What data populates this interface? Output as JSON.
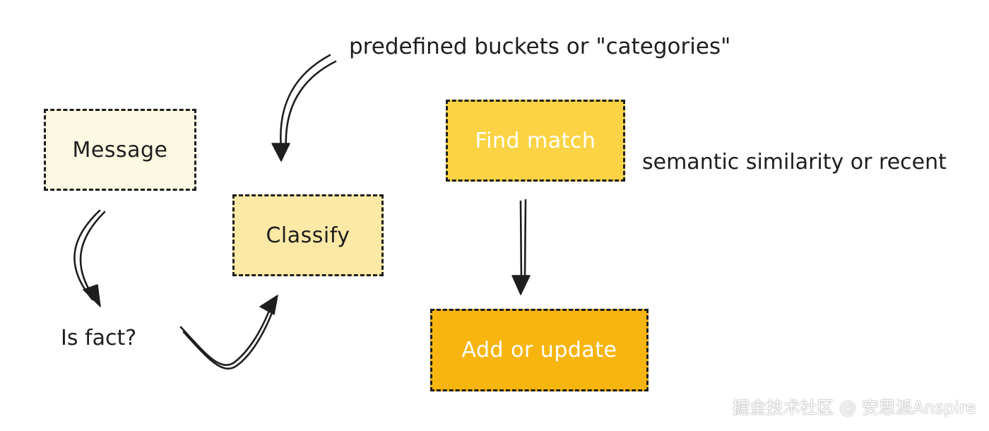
{
  "diagram": {
    "nodes": [
      {
        "id": "message",
        "label": "Message",
        "color": "#fdf8e1"
      },
      {
        "id": "classify",
        "label": "Classify",
        "color": "#fde9a6"
      },
      {
        "id": "find_match",
        "label": "Find match",
        "color": "#fbd344"
      },
      {
        "id": "add_or_update",
        "label": "Add or update",
        "color": "#f8b50f"
      }
    ],
    "labels": {
      "is_fact": "Is fact?",
      "buckets": "predefined buckets or \"categories\"",
      "semantic": "semantic similarity or recent"
    },
    "edges": [
      {
        "from": "message",
        "to": "is_fact"
      },
      {
        "from": "is_fact",
        "to": "classify"
      },
      {
        "from": "buckets",
        "to": "classify"
      },
      {
        "from": "find_match",
        "to": "add_or_update"
      }
    ]
  },
  "watermark": "掘金技术社区 @ 安思派Anspire"
}
